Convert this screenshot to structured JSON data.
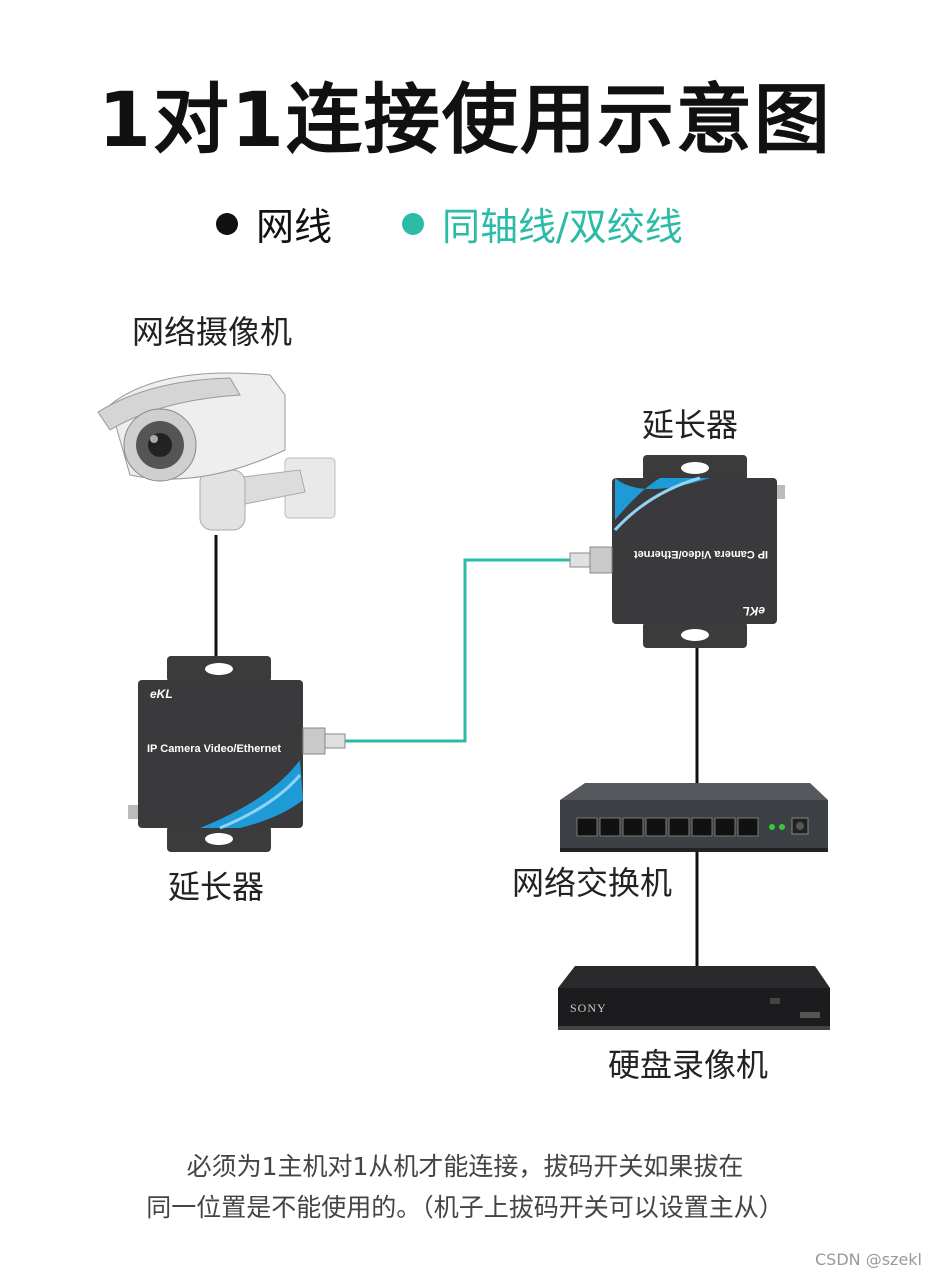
{
  "title": "1对1连接使用示意图",
  "legend": [
    {
      "label": "网线",
      "color": "#111111"
    },
    {
      "label": "同轴线/双绞线",
      "color": "#2bbba6"
    }
  ],
  "devices": {
    "ip_camera": "网络摄像机",
    "extender_right": "延长器",
    "extender_left": "延长器",
    "switch": "网络交换机",
    "dvr": "硬盘录像机"
  },
  "device_print": {
    "extender_model": "IP Camera Video/Ethernet",
    "brand": "eKL",
    "dvr_brand": "SONY"
  },
  "note_lines": [
    "必须为1主机对1从机才能连接，拔码开关如果拔在",
    "同一位置是不能使用的。（机子上拔码开关可以设置主从）"
  ],
  "credit": "CSDN @szekl"
}
